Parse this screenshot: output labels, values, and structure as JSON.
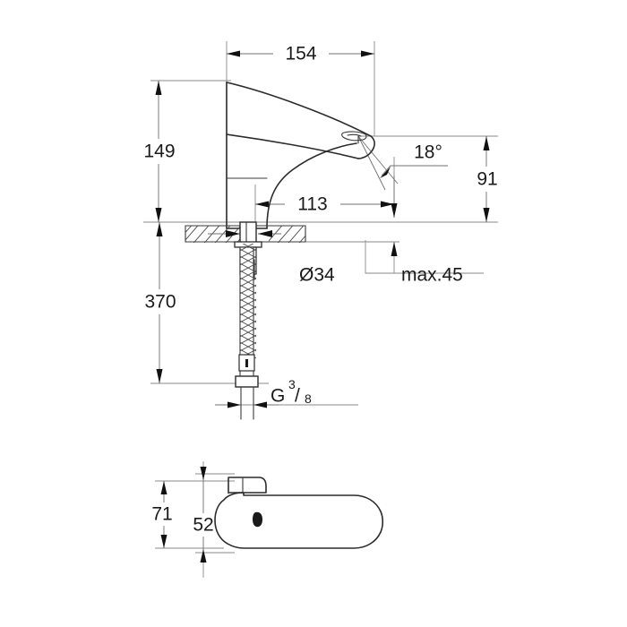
{
  "drawing": {
    "title": "Sensor basin mixer technical dimension drawing",
    "units": "mm",
    "views": [
      {
        "name": "side-elevation",
        "label": ""
      },
      {
        "name": "top-plan",
        "label": ""
      }
    ],
    "line_color": "#2b2b2b",
    "dimension_color": "#707070",
    "text_color": "#1a1a1a",
    "background": "#ffffff"
  },
  "dimensions": {
    "spout_reach_total": {
      "name": "154",
      "value": "154",
      "orientation": "horizontal"
    },
    "body_height": {
      "name": "149",
      "value": "149",
      "orientation": "vertical"
    },
    "spout_projection": {
      "name": "113",
      "value": "113",
      "orientation": "horizontal"
    },
    "outlet_angle": {
      "name": "18-degrees",
      "value": "18°",
      "orientation": "angular"
    },
    "outlet_height": {
      "name": "91",
      "value": "91",
      "orientation": "vertical"
    },
    "hose_length": {
      "name": "370",
      "value": "370",
      "orientation": "vertical"
    },
    "mounting_hole_diameter": {
      "name": "D34",
      "value": "Ø34",
      "orientation": "leader"
    },
    "max_deck_thickness": {
      "name": "max45",
      "value": "max.45",
      "orientation": "leader"
    },
    "thread_size": {
      "name": "G-three-eighths",
      "prefix": "G",
      "numerator": "3",
      "separator": "/",
      "denominator": "8",
      "value": "G 3/8"
    },
    "plan_overall_width": {
      "name": "71",
      "value": "71",
      "orientation": "vertical"
    },
    "plan_body_width": {
      "name": "52",
      "value": "52",
      "orientation": "vertical"
    }
  },
  "annotations": {
    "degree_symbol": "°",
    "diameter_symbol": "Ø",
    "max_prefix": "max."
  }
}
